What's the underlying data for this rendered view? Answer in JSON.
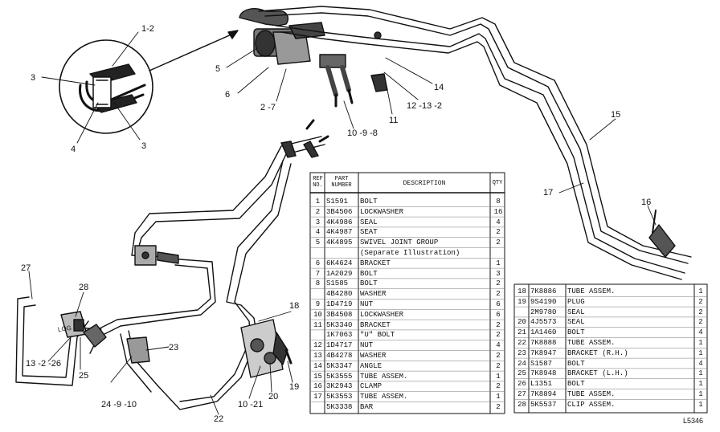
{
  "callouts": [
    {
      "id": "c1",
      "text": "1-2"
    },
    {
      "id": "c2",
      "text": "3"
    },
    {
      "id": "c3",
      "text": "4"
    },
    {
      "id": "c4",
      "text": "3"
    },
    {
      "id": "c5",
      "text": "5"
    },
    {
      "id": "c6",
      "text": "6"
    },
    {
      "id": "c7",
      "text": "2 -7"
    },
    {
      "id": "c8",
      "text": "14"
    },
    {
      "id": "c9",
      "text": "12 -13 -2"
    },
    {
      "id": "c10",
      "text": "11"
    },
    {
      "id": "c11",
      "text": "10 -9 -8"
    },
    {
      "id": "c12",
      "text": "15"
    },
    {
      "id": "c13",
      "text": "17"
    },
    {
      "id": "c14",
      "text": "16"
    },
    {
      "id": "c15",
      "text": "27"
    },
    {
      "id": "c16",
      "text": "28"
    },
    {
      "id": "c17",
      "text": "13 -2 -26"
    },
    {
      "id": "c18",
      "text": "25"
    },
    {
      "id": "c19",
      "text": "24 -9 -10"
    },
    {
      "id": "c20",
      "text": "23"
    },
    {
      "id": "c21",
      "text": "18"
    },
    {
      "id": "c22",
      "text": "10 -21"
    },
    {
      "id": "c23",
      "text": "20"
    },
    {
      "id": "c24",
      "text": "19"
    },
    {
      "id": "c25",
      "text": "22"
    }
  ],
  "table_left": {
    "headers": {
      "ref": "REF NO.",
      "part": "PART NUMBER",
      "desc": "DESCRIPTION",
      "qty": "QTY"
    },
    "rows": [
      {
        "ref": "1",
        "part": "S1591",
        "desc": "BOLT",
        "qty": "8"
      },
      {
        "ref": "2",
        "part": "3B4506",
        "desc": "LOCKWASHER",
        "qty": "16"
      },
      {
        "ref": "3",
        "part": "4K4986",
        "desc": "SEAL",
        "qty": "4"
      },
      {
        "ref": "4",
        "part": "4K4987",
        "desc": "SEAT",
        "qty": "2"
      },
      {
        "ref": "5",
        "part": "4K4895",
        "desc": "SWIVEL JOINT GROUP",
        "qty": "2"
      },
      {
        "ref": "",
        "part": "",
        "desc": "(Separate Illustration)",
        "qty": ""
      },
      {
        "ref": "6",
        "part": "6K4624",
        "desc": "BRACKET",
        "qty": "1"
      },
      {
        "ref": "7",
        "part": "1A2029",
        "desc": "BOLT",
        "qty": "3"
      },
      {
        "ref": "8",
        "part": "S1585",
        "desc": "BOLT",
        "qty": "2"
      },
      {
        "ref": "",
        "part": "4B4280",
        "desc": "WASHER",
        "qty": "2"
      },
      {
        "ref": "9",
        "part": "1D4719",
        "desc": "NUT",
        "qty": "6"
      },
      {
        "ref": "10",
        "part": "3B4508",
        "desc": "LOCKWASHER",
        "qty": "6"
      },
      {
        "ref": "11",
        "part": "5K3340",
        "desc": "BRACKET",
        "qty": "2"
      },
      {
        "ref": "",
        "part": "1K7063",
        "desc": "\"U\" BOLT",
        "qty": "2"
      },
      {
        "ref": "12",
        "part": "1D4717",
        "desc": "NUT",
        "qty": "4"
      },
      {
        "ref": "13",
        "part": "4B4278",
        "desc": "WASHER",
        "qty": "2"
      },
      {
        "ref": "14",
        "part": "5K3347",
        "desc": "ANGLE",
        "qty": "2"
      },
      {
        "ref": "15",
        "part": "5K3555",
        "desc": "TUBE ASSEM.",
        "qty": "1"
      },
      {
        "ref": "16",
        "part": "3K2943",
        "desc": "CLAMP",
        "qty": "2"
      },
      {
        "ref": "17",
        "part": "5K3553",
        "desc": "TUBE ASSEM.",
        "qty": "1"
      },
      {
        "ref": "",
        "part": "5K3338",
        "desc": "BAR",
        "qty": "2"
      }
    ]
  },
  "table_right": {
    "rows": [
      {
        "ref": "18",
        "part": "7K8886",
        "desc": "TUBE ASSEM.",
        "qty": "1"
      },
      {
        "ref": "19",
        "part": "9S4190",
        "desc": "PLUG",
        "qty": "2"
      },
      {
        "ref": "",
        "part": "2M9780",
        "desc": "SEAL",
        "qty": "2"
      },
      {
        "ref": "20",
        "part": "4J5573",
        "desc": "SEAL",
        "qty": "2"
      },
      {
        "ref": "21",
        "part": "1A1460",
        "desc": "BOLT",
        "qty": "4"
      },
      {
        "ref": "22",
        "part": "7K8888",
        "desc": "TUBE ASSEM.",
        "qty": "1"
      },
      {
        "ref": "23",
        "part": "7K8947",
        "desc": "BRACKET (R.H.)",
        "qty": "1"
      },
      {
        "ref": "24",
        "part": "S1587",
        "desc": "BOLT",
        "qty": "4"
      },
      {
        "ref": "25",
        "part": "7K8948",
        "desc": "BRACKET (L.H.)",
        "qty": "1"
      },
      {
        "ref": "26",
        "part": "L1351",
        "desc": "BOLT",
        "qty": "1"
      },
      {
        "ref": "27",
        "part": "7K8894",
        "desc": "TUBE ASSEM.",
        "qty": "1"
      },
      {
        "ref": "28",
        "part": "5K5537",
        "desc": "CLIP ASSEM.",
        "qty": "1"
      }
    ]
  },
  "figure_code": "L5346",
  "part_marking": "LOG"
}
